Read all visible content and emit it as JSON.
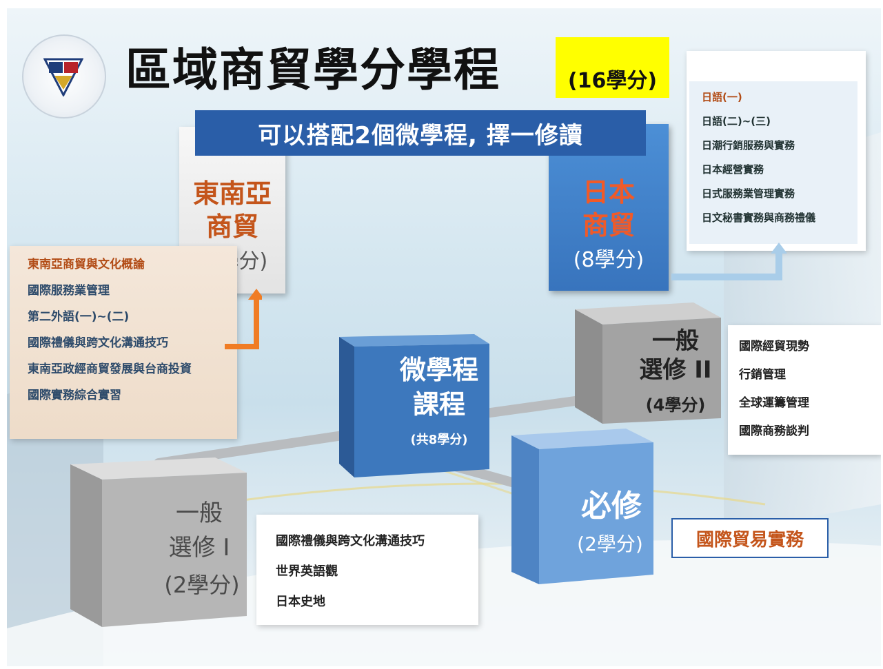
{
  "title": "區域商貿學分學程",
  "title_credits": "(16學分)",
  "banner": "可以搭配2個微學程, 擇一修讀",
  "southeast_asia": {
    "name_line1": "東南亞",
    "name_line2": "商貿",
    "credits": "(8學分)",
    "courses": [
      "東南亞商貿與文化概論",
      "國際服務業管理",
      "第二外語(一)~(二)",
      "國際禮儀與跨文化溝通技巧",
      "東南亞政經商貿發展與台商投資",
      "國際實務綜合實習"
    ]
  },
  "japan": {
    "name_line1": "日本",
    "name_line2": "商貿",
    "credits": "(8學分)",
    "courses": [
      "日語(一)",
      "日語(二)~(三)",
      "日潮行銷服務與實務",
      "日本經營實務",
      "日式服務業管理實務",
      "日文秘書實務與商務禮儀"
    ]
  },
  "micro_program": {
    "line1": "微學程",
    "line2": "課程",
    "credits": "(共8學分)"
  },
  "elective2": {
    "line1": "一般",
    "line2": "選修 II",
    "credits": "(4學分)",
    "courses": [
      "國際經貿現勢",
      "行銷管理",
      "全球運籌管理",
      "國際商務談判"
    ]
  },
  "elective1": {
    "line1": "一般",
    "line2": "選修 I",
    "credits": "(2學分)",
    "courses": [
      "國際禮儀與跨文化溝通技巧",
      "世界英語觀",
      "日本史地"
    ]
  },
  "required": {
    "line1": "必修",
    "credits": "(2學分)",
    "course": "國際貿易實務"
  },
  "colors": {
    "banner_blue": "#2a5ea8",
    "highlight_yellow": "#ffff00",
    "accent_orange": "#f07c24",
    "cube_blue": "#3d78bd",
    "cube_gray": "#9a9a9a"
  }
}
